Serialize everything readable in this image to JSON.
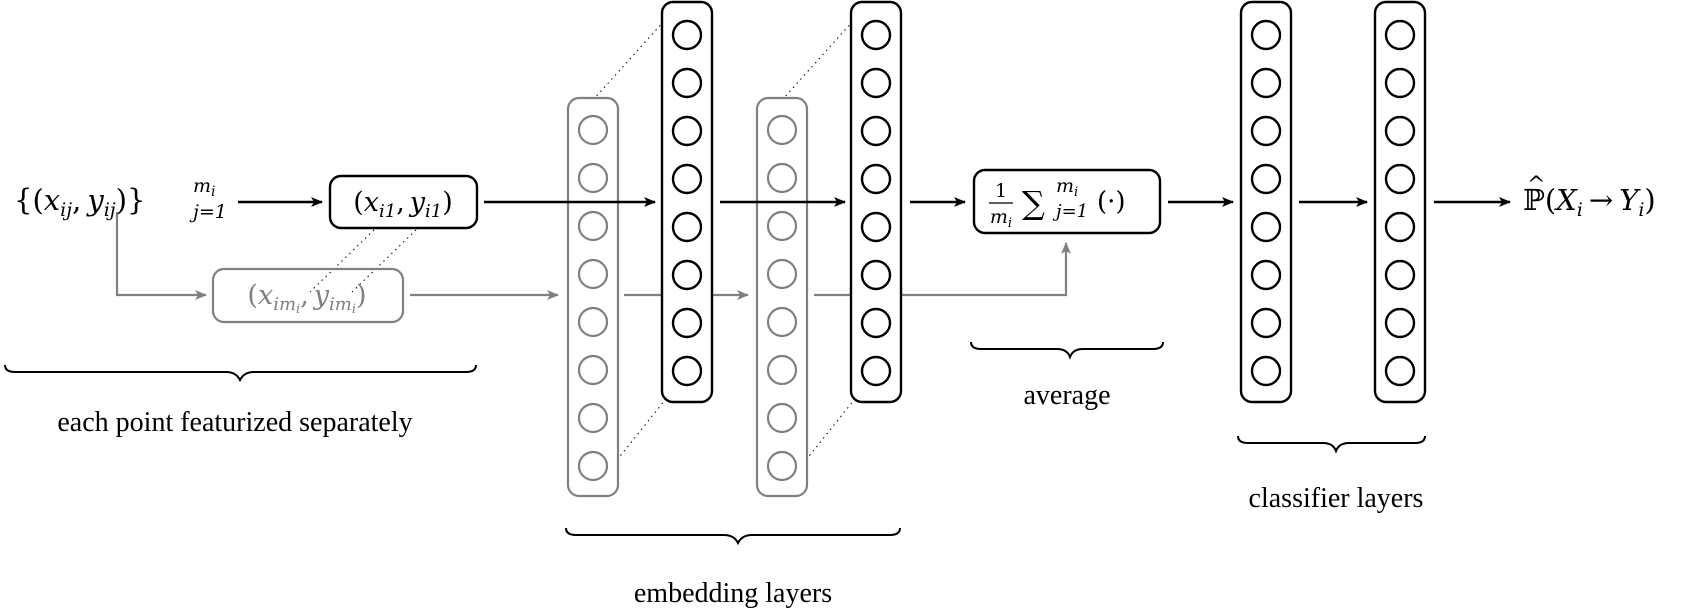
{
  "input_set": {
    "brace_open": "{",
    "paren_open": "(",
    "x": "x",
    "x_sub": "ij",
    "comma": ",",
    "y": "y",
    "y_sub": "ij",
    "paren_close": ")",
    "brace_close": "}",
    "sup": "m",
    "sup_sub": "i",
    "sub": "j=1"
  },
  "first_point": {
    "paren_open": "(",
    "x": "x",
    "x_sub": "i1",
    "comma": ",",
    "y": "y",
    "y_sub": "i1",
    "paren_close": ")"
  },
  "last_point": {
    "paren_open": "(",
    "x": "x",
    "x_sub": "im",
    "x_subsub": "i",
    "comma": ",",
    "y": "y",
    "y_sub": "im",
    "y_subsub": "i",
    "paren_close": ")"
  },
  "average_box": {
    "frac_num": "1",
    "frac_den": "m",
    "frac_den_sub": "i",
    "sum_symbol": "∑",
    "sum_sup": "m",
    "sum_sup_sub": "i",
    "sum_sub": "j=1",
    "arg": "(·)"
  },
  "output": {
    "hat": "^",
    "p_symbol": "ℙ",
    "paren_open": "(",
    "x": "X",
    "x_sub": "i",
    "arrow": "→",
    "y": "Y",
    "y_sub": "i",
    "paren_close": ")"
  },
  "labels": {
    "featurized": "each point featurized separately",
    "embedding": "embedding layers",
    "average": "average",
    "classifier": "classifier layers"
  },
  "layers": {
    "embedding_back_nodes": 8,
    "embedding_front_nodes": 8,
    "classifier_nodes": 8
  },
  "colors": {
    "foreground": "#000000",
    "muted": "#808080",
    "background": "#ffffff"
  }
}
